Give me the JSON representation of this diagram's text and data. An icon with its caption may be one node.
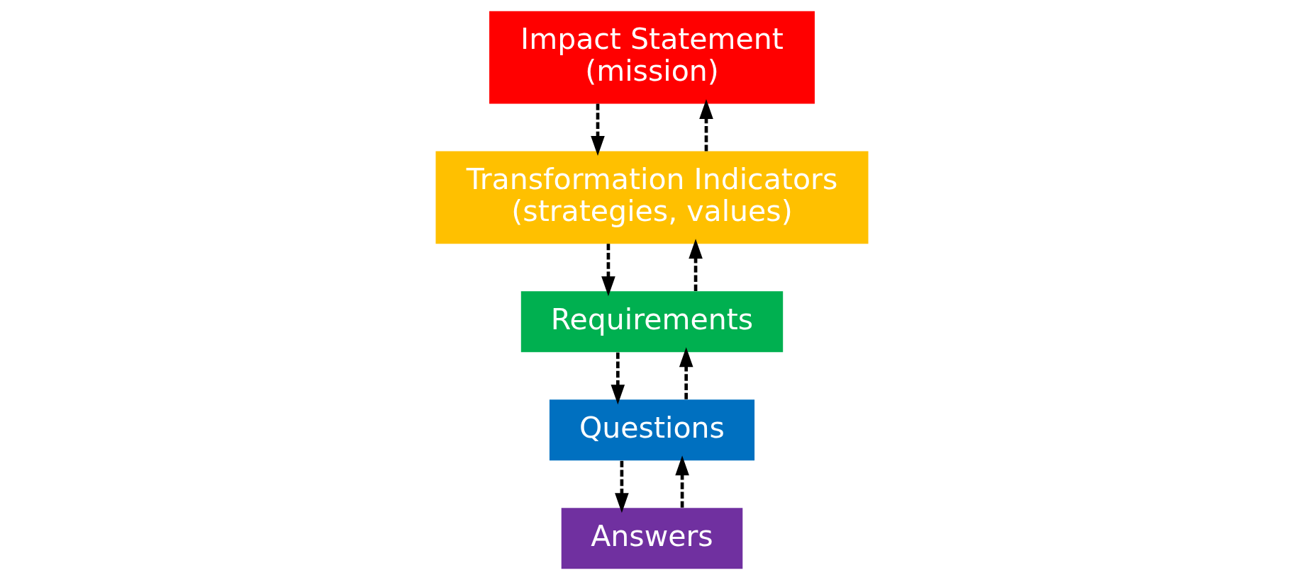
{
  "diagram": {
    "nodes": [
      {
        "text": [
          "Impact Statement",
          "(mission)"
        ]
      },
      {
        "text": [
          "Transformation Indicators",
          "(strategies, values)"
        ]
      },
      {
        "text": [
          "Requirements"
        ]
      },
      {
        "text": [
          "Questions"
        ]
      },
      {
        "text": [
          "Answers"
        ]
      }
    ],
    "edges": [
      {
        "from": 0,
        "to": 1,
        "arrow": "to",
        "style": "dashed"
      },
      {
        "from": 1,
        "to": 0,
        "arrow": "to",
        "style": "dashed"
      },
      {
        "from": 1,
        "to": 2,
        "arrow": "to",
        "style": "dashed"
      },
      {
        "from": 2,
        "to": 1,
        "arrow": "to",
        "style": "dashed"
      },
      {
        "from": 2,
        "to": 3,
        "arrow": "to",
        "style": "dashed"
      },
      {
        "from": 3,
        "to": 2,
        "arrow": "to",
        "style": "dashed"
      },
      {
        "from": 3,
        "to": 4,
        "arrow": "to",
        "style": "dashed"
      },
      {
        "from": 4,
        "to": 3,
        "arrow": "to",
        "style": "dashed"
      }
    ]
  }
}
